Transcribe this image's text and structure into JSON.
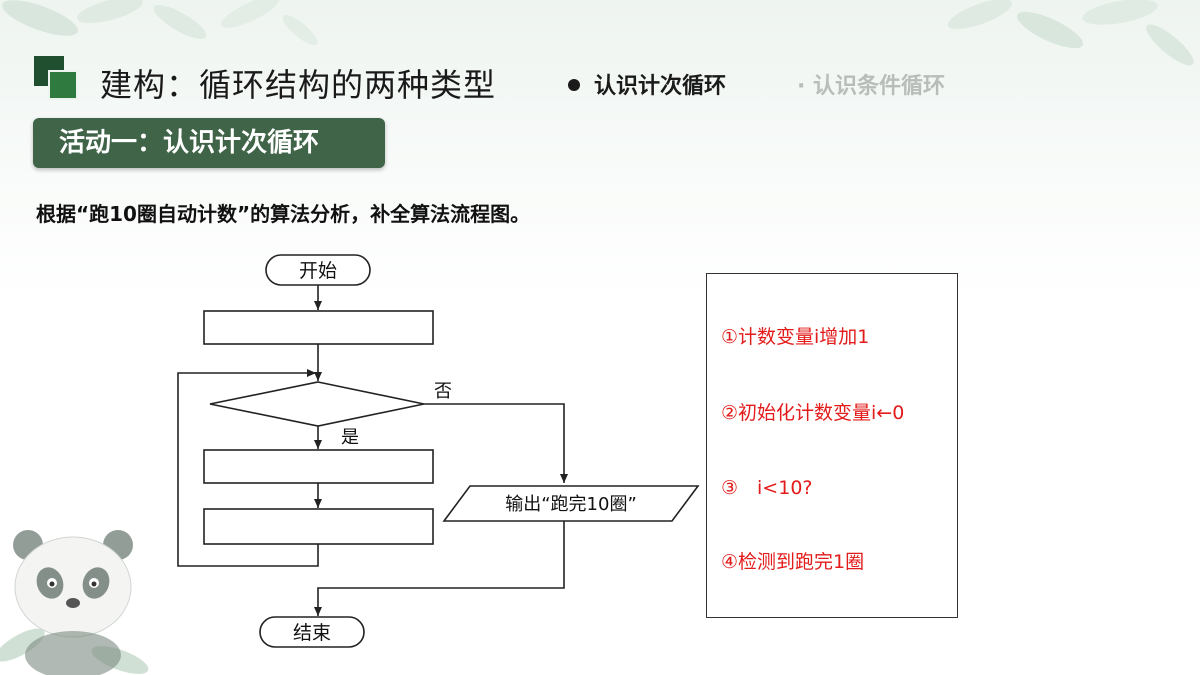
{
  "header": {
    "title": "建构：循环结构的两种类型",
    "active_section": "认识计次循环",
    "inactive_section": "· 认识条件循环"
  },
  "activity": {
    "label": "活动一：认识计次循环"
  },
  "instruction": "根据“跑10圈自动计数”的算法分析，补全算法流程图。",
  "flowchart": {
    "start": "开始",
    "end": "结束",
    "yes_label": "是",
    "no_label": "否",
    "output": "输出“跑完10圈”"
  },
  "options": [
    "①计数变量i增加1",
    "②初始化计数变量i←0",
    "③　i<10?",
    "④检测到跑完1圈"
  ],
  "colors": {
    "banner": "#3f6447",
    "option_text": "#e31b1b",
    "logo_dark": "#1f4f2e",
    "logo_light": "#2f7a3e"
  }
}
